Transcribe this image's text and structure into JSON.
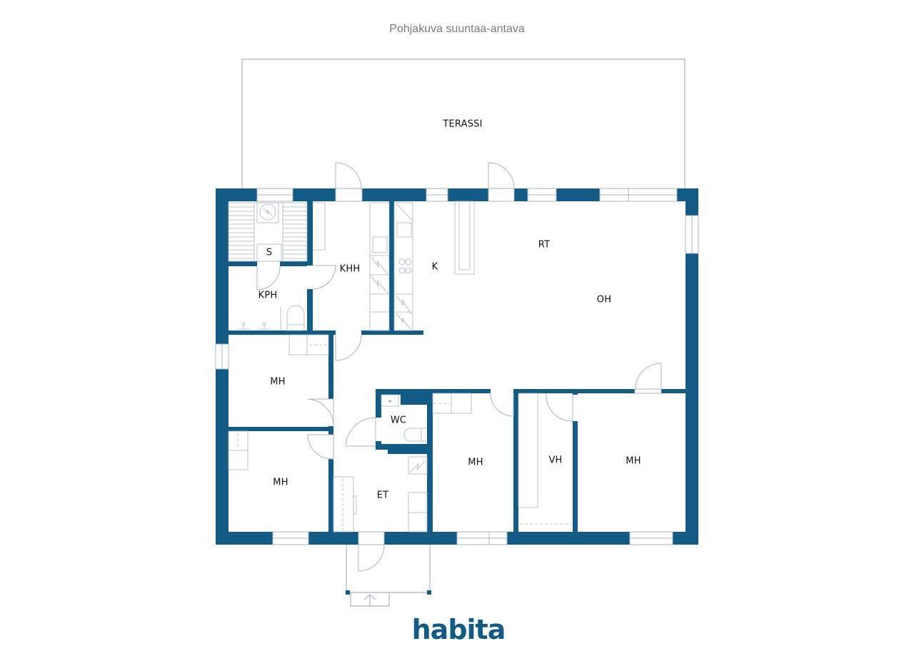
{
  "header": {
    "title": "Pohjakuva suuntaa-antava"
  },
  "colors": {
    "wall": "#135a84",
    "line": "#aab4bc",
    "text": "#111111",
    "title": "#7a7a7a"
  },
  "rooms": {
    "terassi": "TERASSI",
    "sauna": "S",
    "kph": "KPH",
    "khh": "KHH",
    "kitchen": "K",
    "rt": "RT",
    "oh": "OH",
    "mh1": "MH",
    "mh2": "MH",
    "wc": "WC",
    "et": "ET",
    "mh3": "MH",
    "vh": "VH",
    "mh4": "MH"
  },
  "brand": {
    "logo_text": "habita"
  }
}
